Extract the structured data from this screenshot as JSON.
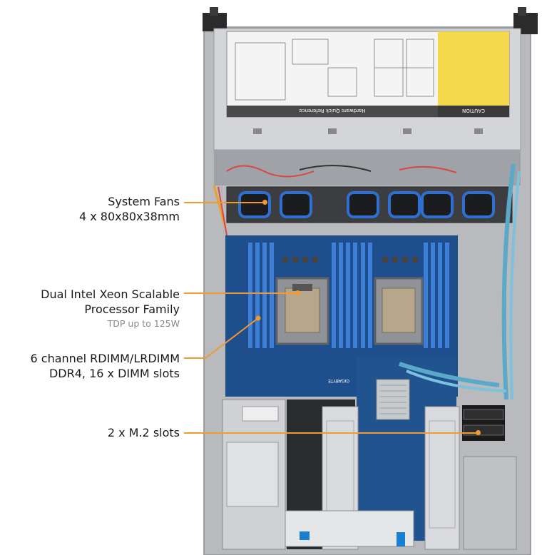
{
  "callouts": {
    "fans": {
      "line1": "System Fans",
      "line2": "4 x 80x80x38mm"
    },
    "cpu": {
      "line1": "Dual Intel Xeon Scalable",
      "line2": "Processor Family",
      "note": "TDP up to 125W"
    },
    "dimm": {
      "line1": "6 channel RDIMM/LRDIMM",
      "line2": "DDR4, 16 x DIMM slots"
    },
    "m2": {
      "line1": "2 x M.2 slots"
    }
  },
  "chassis": {
    "quick_reference_title": "Hardware Quick Reference",
    "caution_title": "CAUTION",
    "board_brand": "GIGABYTE"
  },
  "colors": {
    "accent": "#f29a2e",
    "board": "#1f4e8c",
    "chassis": "#c9cbce",
    "dimm": "#3d7fd6",
    "caution": "#f3d94b"
  }
}
